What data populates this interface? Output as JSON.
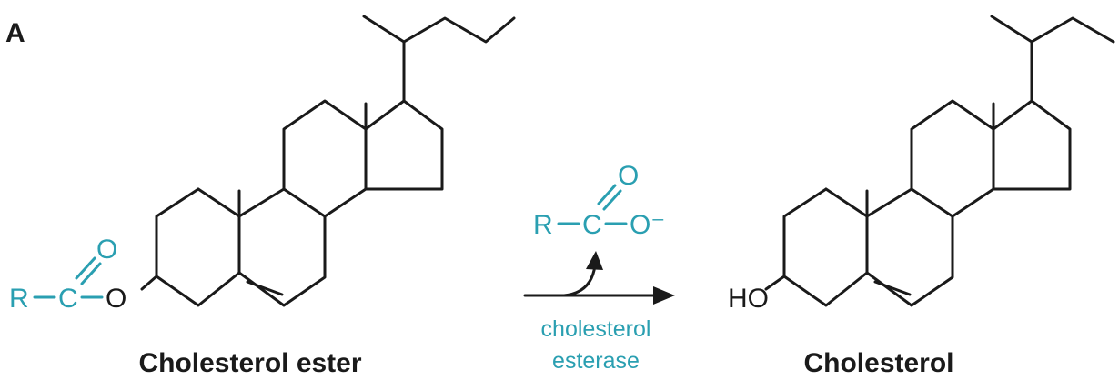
{
  "panel_label": "A",
  "colors": {
    "accent": "#2a9fb1",
    "ink": "#1a1a1a"
  },
  "reactant": {
    "name": "Cholesterol ester",
    "acyl_r": "R",
    "acyl_c": "C",
    "acyl_o_double": "O",
    "ester_o": "O"
  },
  "arrow": {
    "enzyme_line1": "cholesterol",
    "enzyme_line2": "esterase",
    "released": {
      "r": "R",
      "c": "C",
      "o_double": "O",
      "o_minus": "O⁻"
    }
  },
  "product": {
    "name": "Cholesterol",
    "hydroxyl": "HO"
  }
}
